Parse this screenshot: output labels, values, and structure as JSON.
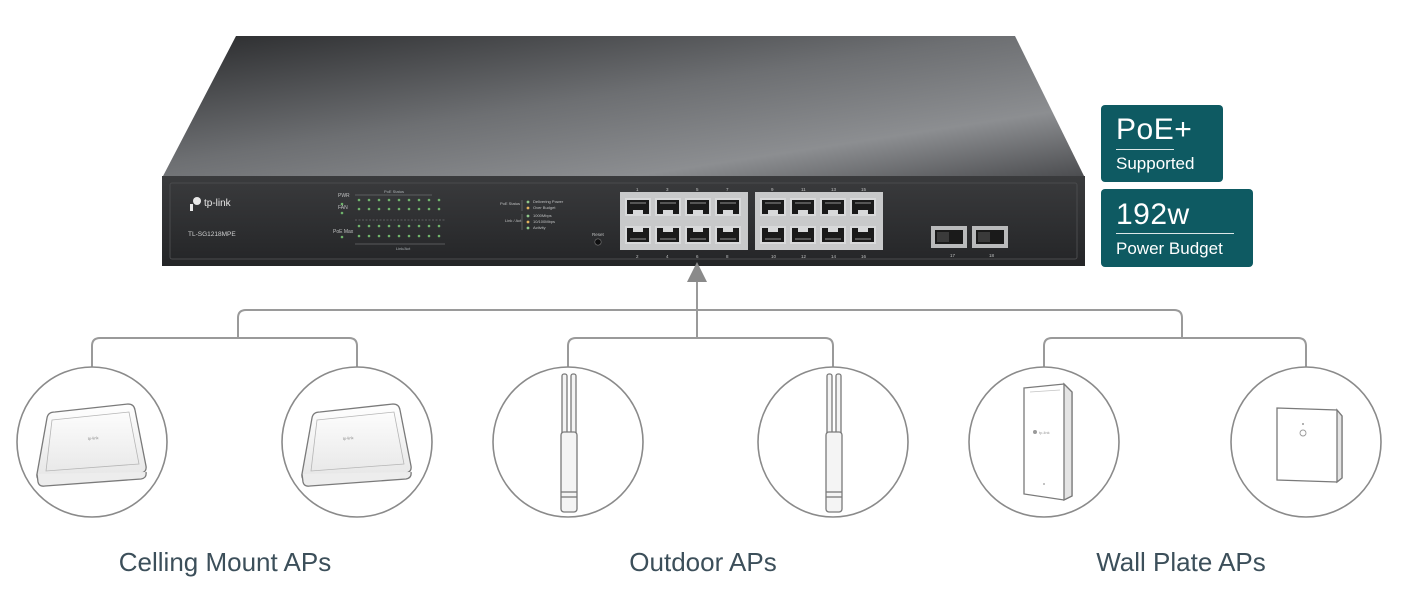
{
  "switch": {
    "brand": "tp-link",
    "model": "TL-SG1218MPE",
    "reset_label": "Reset",
    "led_labels": {
      "pwr": "PWR",
      "fan": "FAN",
      "poe_max": "PoE Max",
      "poe_status": "PoE Status",
      "link_act": "Link/Act"
    },
    "legend": {
      "poe_status_title": "PoE Status",
      "poe_delivering": "Delivering Power",
      "poe_over": "Over Budget",
      "link_title": "Link / Act",
      "speed_1000": "1000Mbps",
      "speed_10_100": "10/100Mbps",
      "activity": "Activity"
    },
    "port_numbers_top": [
      "1",
      "3",
      "5",
      "7",
      "9",
      "11",
      "13",
      "15"
    ],
    "port_numbers_bottom": [
      "2",
      "4",
      "6",
      "8",
      "10",
      "12",
      "14",
      "16"
    ],
    "sfp_numbers": [
      "17",
      "18"
    ]
  },
  "badges": {
    "poe": {
      "title": "PoE+",
      "subtitle": "Supported"
    },
    "budget": {
      "title": "192w",
      "subtitle": "Power Budget"
    }
  },
  "captions": {
    "ceiling": "Celling Mount APs",
    "outdoor": "Outdoor APs",
    "wall": "Wall Plate APs"
  },
  "colors": {
    "badge_bg": "#0e5a62",
    "caption_text": "#3c4f5a",
    "connector_line": "#9a9a9a",
    "panel_bg": "#2c2d2f"
  },
  "icons": {
    "device_ceiling": "ceiling-ap-icon",
    "device_outdoor": "outdoor-ap-icon",
    "device_wall": "wall-plate-ap-icon"
  }
}
